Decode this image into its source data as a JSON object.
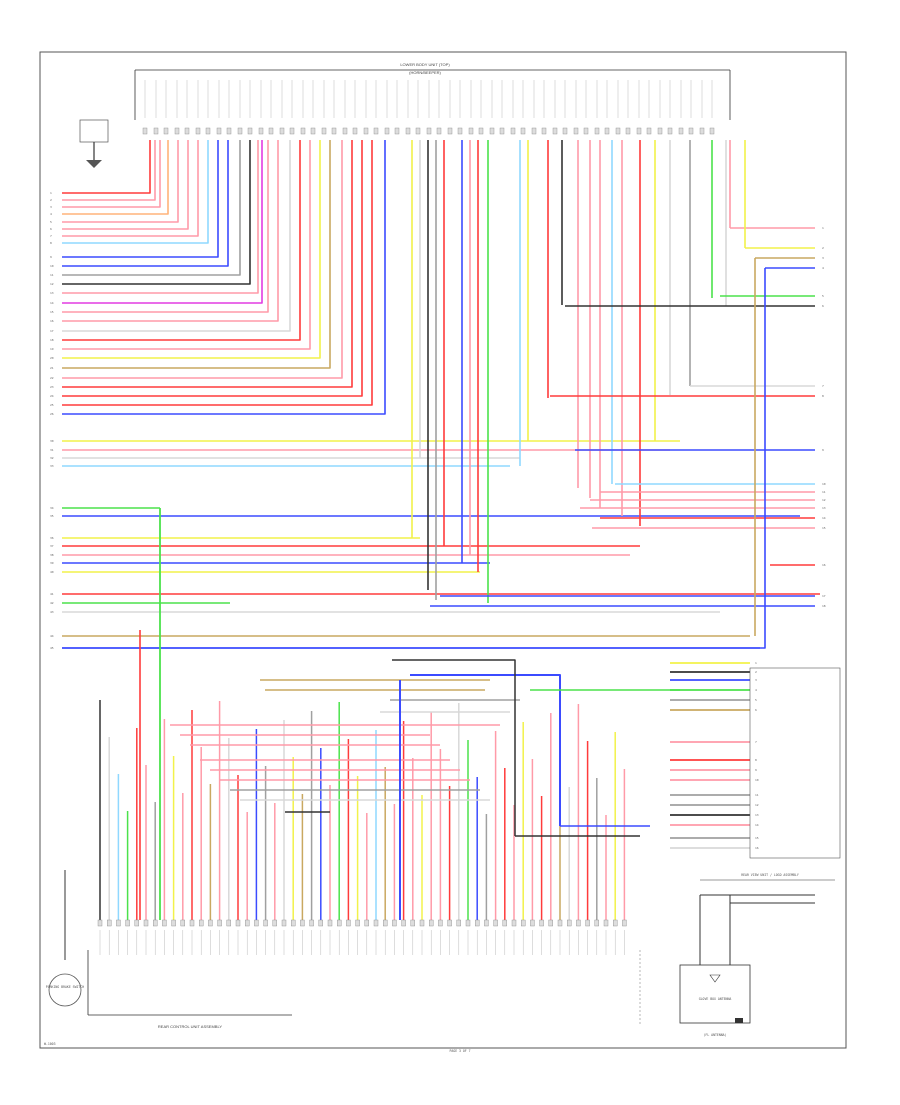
{
  "diagram": {
    "connector_top_title": "LOWER BODY UNIT (TOP)",
    "connector_top_subtitle": "(HORN/BEEPER)",
    "connector_bottom_left_label": "REAR CONTROL UNIT ASSEMBLY",
    "connector_bottom_right_label": "(FL ANTENNA)",
    "box_right_label": "REAR VIEW UNIT / LOGO ASSEMBLY",
    "antenna_label": "GLOVE BOX ANTENNA",
    "left_module_label": "PARKING BRAKE SWITCH",
    "footer_left": "W-1003",
    "footer_center": "PAGE 3 OF 7"
  },
  "wires": {
    "colors": {
      "red": "#ff3b3b",
      "pink": "#ff9aa8",
      "yellow": "#f2f24a",
      "blue": "#3b4bff",
      "lightblue": "#8fd8ff",
      "green": "#4be24b",
      "magenta": "#e23be2",
      "tan": "#c9a860",
      "gray": "#a0a0a0",
      "dark": "#333333",
      "white": "#d8d8d8",
      "orange": "#ffb37a"
    }
  }
}
